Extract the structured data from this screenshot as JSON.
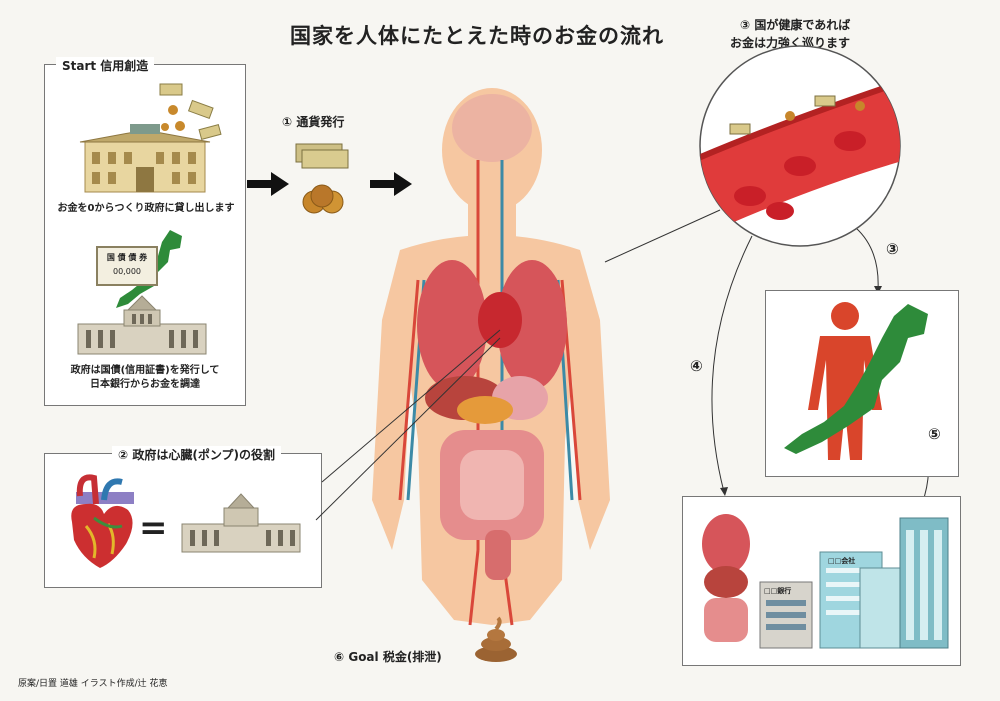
{
  "title": "国家を人体にたとえた時のお金の流れ",
  "start_box": {
    "label": "Start 信用創造",
    "caption1": "お金を0からつくり政府に貸し出します",
    "bond_title": "国 債 債 券",
    "bond_amount": "00,000",
    "caption2_line1": "政府は国債(信用証書)を発行して",
    "caption2_line2": "日本銀行からお金を調達"
  },
  "step1": "① 通貨発行",
  "step2": "② 政府は心臓(ポンプ)の役割",
  "step3_top_line1": "③ 国が健康であれば",
  "step3_top_line2": "お金は力強く巡ります",
  "step3_num": "③",
  "step4_num": "④",
  "step5_num": "⑤",
  "step6": "⑥ Goal 税金(排泄)",
  "equals": "=",
  "building_sign1": "□□銀行",
  "building_sign2": "□□会社",
  "credit": "原案/日置 道雄 イラスト作成/辻 花恵"
}
